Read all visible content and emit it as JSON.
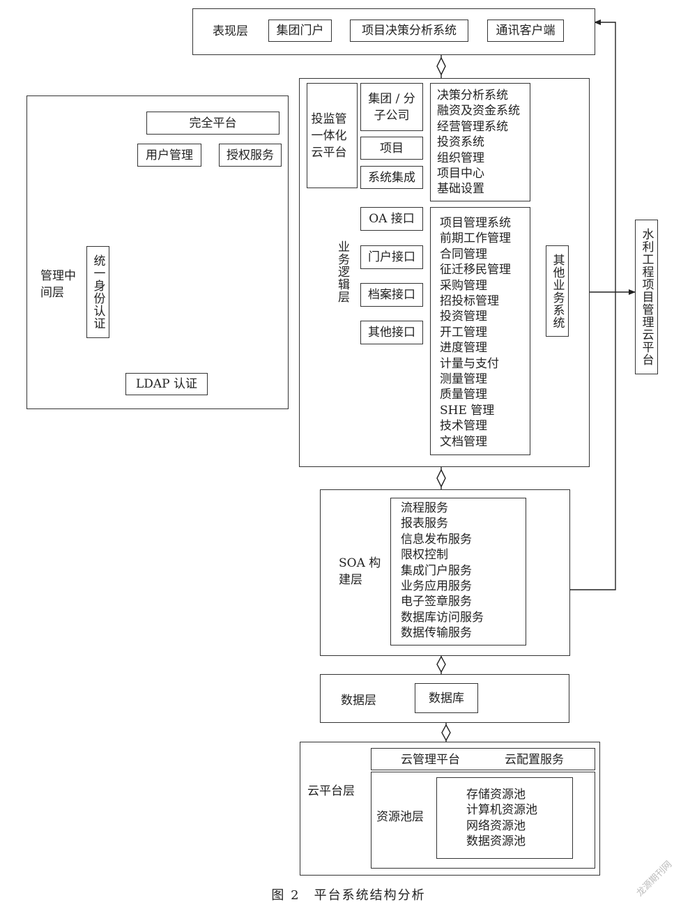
{
  "presentation": {
    "label": "表现层",
    "items": [
      "集团门户",
      "项目决策分析系统",
      "通讯客户端"
    ]
  },
  "mgmt": {
    "label": "管理中间层",
    "security_platform": "完全平台",
    "user_mgmt": "用户管理",
    "auth_service": "授权服务",
    "sso": "统一身份认证",
    "ldap": "LDAP 认证"
  },
  "business": {
    "label": "业务逻辑层",
    "cloud_platform": "投监管一体化云平台",
    "group_company": "集团 / 分子公司",
    "project": "项目",
    "sys_integration": "系统集成",
    "decision_list": [
      "决策分析系统",
      "融资及资金系统",
      "经营管理系统",
      "投资系统",
      "组织管理",
      "项目中心",
      "基础设置"
    ],
    "interfaces": [
      "OA 接口",
      "门户接口",
      "档案接口",
      "其他接口"
    ],
    "project_list": [
      "项目管理系统",
      "前期工作管理",
      "合同管理",
      "征迁移民管理",
      "采购管理",
      "招投标管理",
      "投资管理",
      "开工管理",
      "进度管理",
      "计量与支付",
      "测量管理",
      "质量管理",
      "SHE 管理",
      "技术管理",
      "文档管理"
    ],
    "other_systems": "其他业务系统"
  },
  "water_cloud": "水利工程项目管理云平台",
  "soa": {
    "label": "SOA 构建层",
    "services": [
      "流程服务",
      "报表服务",
      "信息发布服务",
      "限权控制",
      "集成门户服务",
      "业务应用服务",
      "电子签章服务",
      "数据库访问服务",
      "数据传输服务"
    ]
  },
  "data_layer": {
    "label": "数据层",
    "database": "数据库"
  },
  "cloud_layer": {
    "label": "云平台层",
    "mgmt_platform": "云管理平台",
    "config_service": "云配置服务",
    "pool_label": "资源池层",
    "pools": [
      "存储资源池",
      "计算机资源池",
      "网络资源池",
      "数据资源池"
    ]
  },
  "caption": "图 2　平台系统结构分析",
  "watermark": "龙源期刊网"
}
